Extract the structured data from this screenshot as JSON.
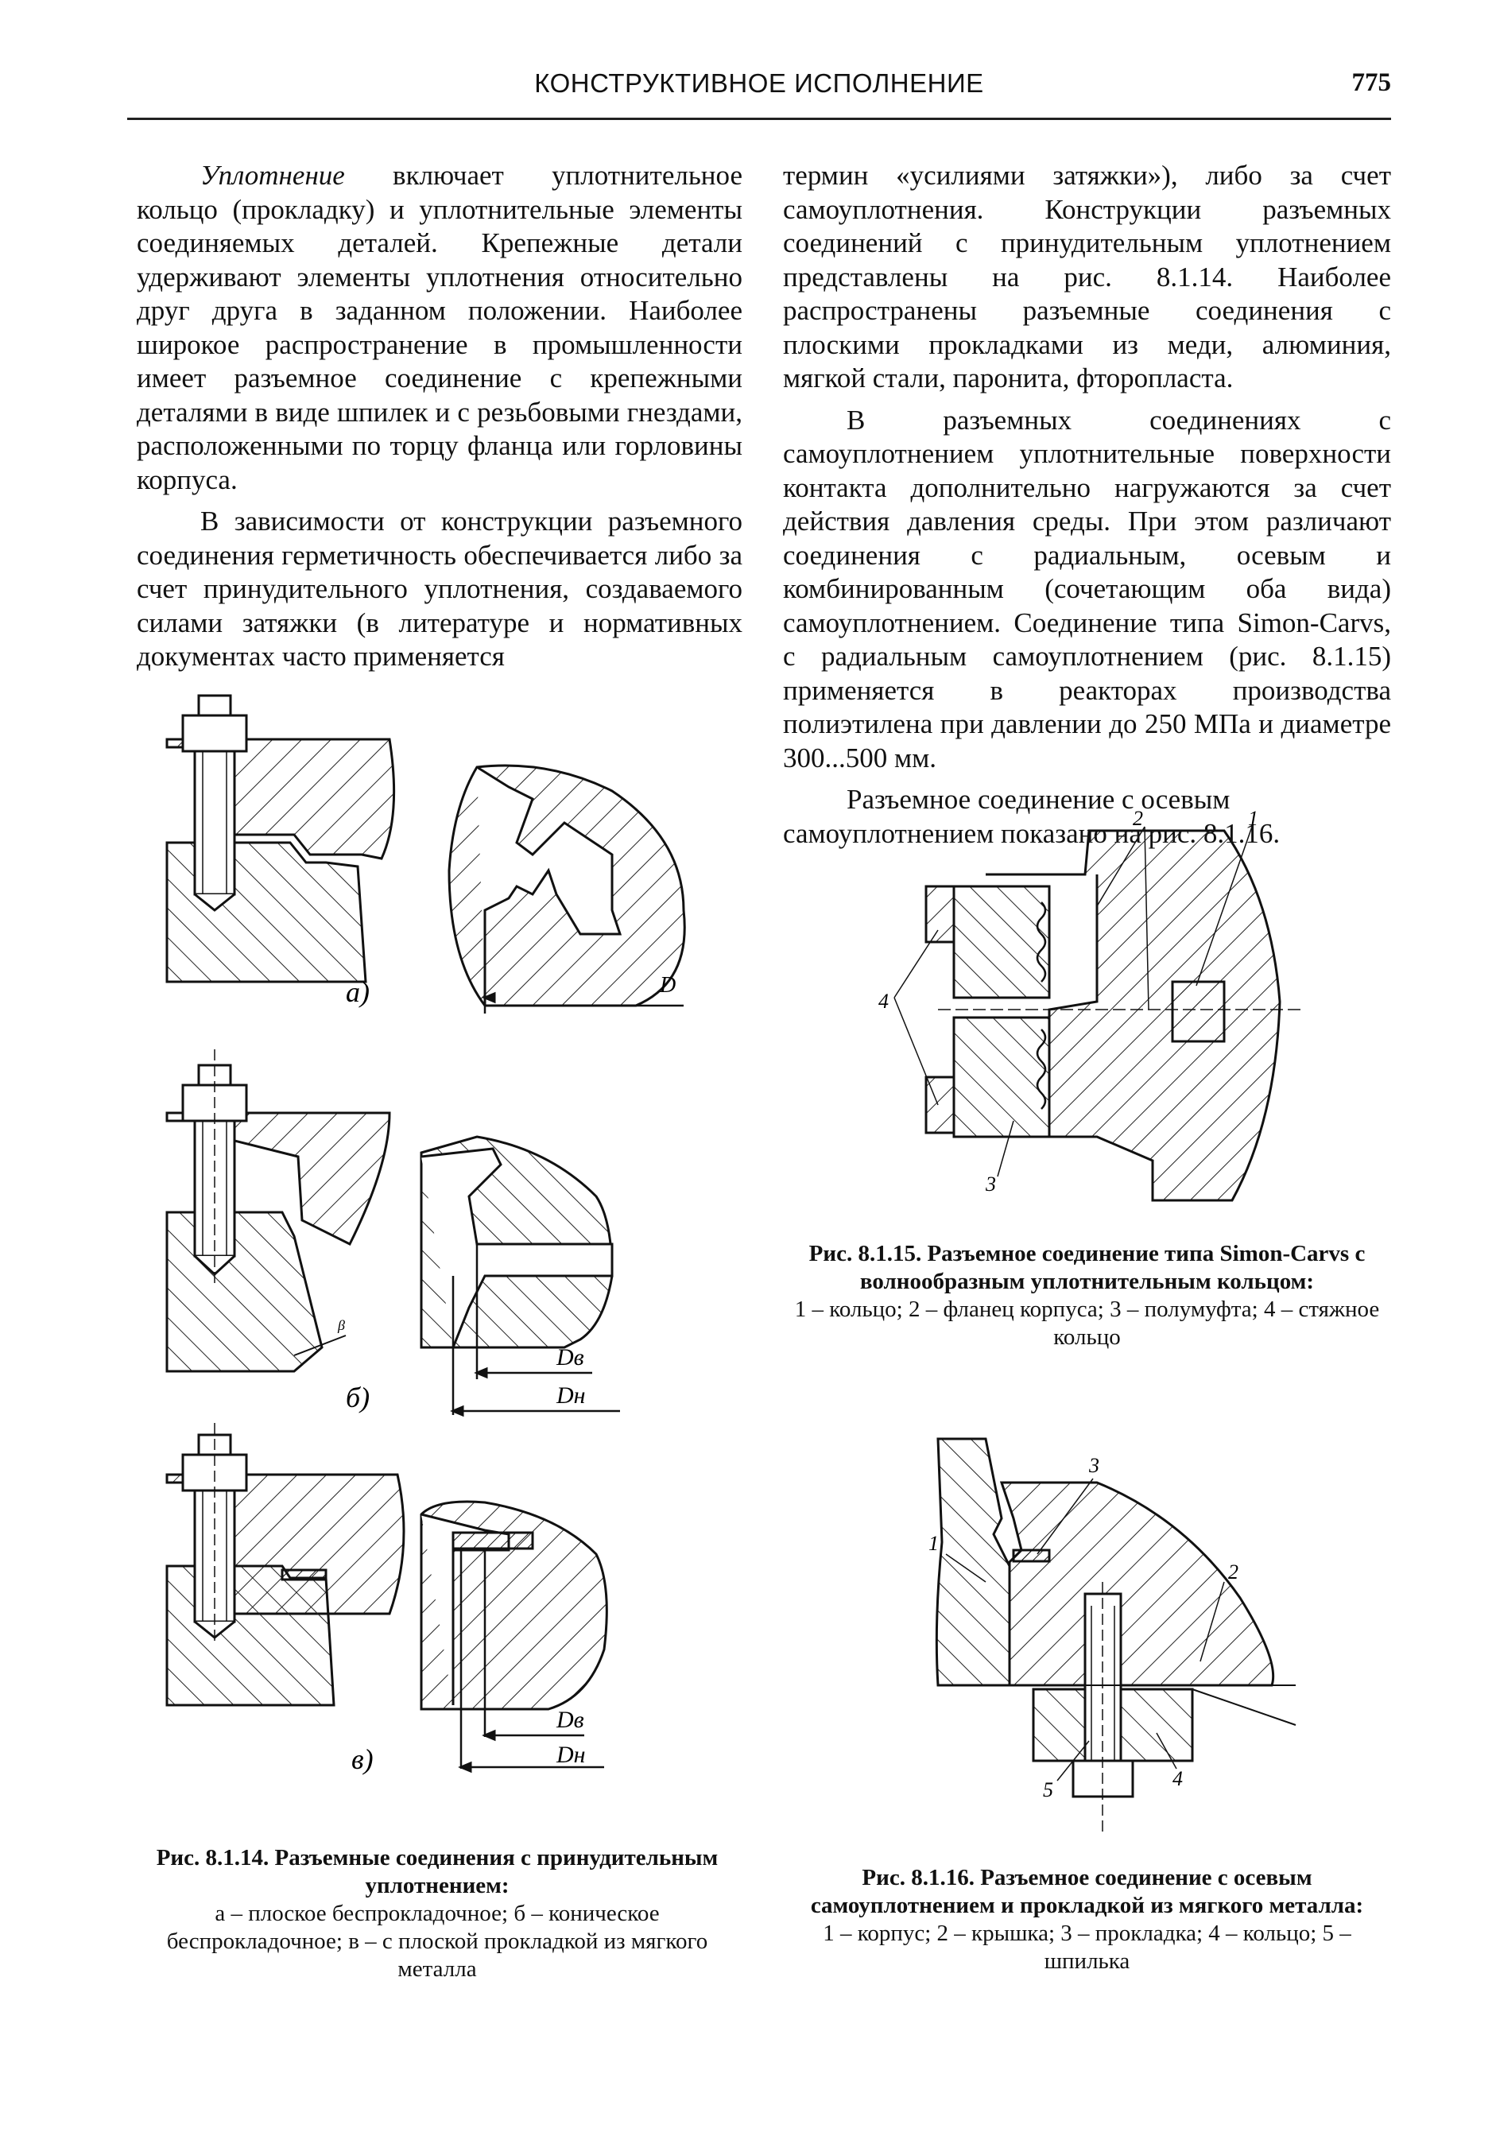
{
  "header": {
    "title": "КОНСТРУКТИВНОЕ ИСПОЛНЕНИЕ",
    "page_number": "775"
  },
  "left_column": {
    "p1_term": "Уплотнение",
    "p1_rest": " включает уплотнительное кольцо (прокладку) и уплотнительные элементы соединяемых деталей. Крепежные детали удерживают элементы уплотнения относительно друг друга в заданном положении. Наиболее широкое распространение в промышленности имеет разъемное соединение с крепежными деталями в виде шпилек и с резьбовыми гнездами, расположенными по торцу фланца или горловины корпуса.",
    "p2": "В зависимости от конструкции разъемного соединения герметичность обеспечивается либо за счет принудительного уплотнения, создаваемого силами затяжки (в литературе и нормативных документах часто применяется"
  },
  "right_column": {
    "p1": "термин «усилиями затяжки»), либо за счет самоуплотнения. Конструкции разъемных соединений с принудительным уплотнением представлены на рис. 8.1.14. Наиболее распространены разъемные соединения с плоскими прокладками из меди, алюминия, мягкой стали, паронита, фторопласта.",
    "p2": "В разъемных соединениях с самоуплотнением уплотнительные поверхности контакта дополнительно нагружаются за счет действия давления среды. При этом различают соединения с радиальным, осевым и комбинированным (сочетающим оба вида) самоуплотнением. Соединение типа Simon-Carvs, с радиальным самоуплотнением (рис. 8.1.15) применяется в реакторах производства полиэтилена при давлении до 250 МПа и диаметре 300...500 мм.",
    "p3": "Разъемное соединение с осевым самоуплотнением показано на рис. 8.1.16."
  },
  "fig_8_1_14": {
    "label_a": "а)",
    "label_b": "б)",
    "label_v": "в)",
    "dim_D": "D",
    "dim_Dv": "Dв",
    "dim_Dn": "Dн",
    "angle": "β",
    "caption_title": "Рис. 8.1.14. Разъемные соединения с принудительным уплотнением:",
    "caption_text": "а – плоское беспрокладочное; б – коническое беспрокладочное; в – с плоской прокладкой из мягкого металла"
  },
  "fig_8_1_15": {
    "callouts": [
      "1",
      "2",
      "3",
      "4"
    ],
    "caption_title": "Рис. 8.1.15. Разъемное соединение типа Simon-Carvs с волнообразным уплотнительным кольцом:",
    "caption_text": "1 – кольцо; 2 – фланец корпуса; 3 – полумуфта; 4 – стяжное кольцо"
  },
  "fig_8_1_16": {
    "callouts": [
      "1",
      "2",
      "3",
      "4",
      "5"
    ],
    "caption_title": "Рис. 8.1.16. Разъемное соединение с осевым самоуплотнением и прокладкой из мягкого металла:",
    "caption_text": "1 – корпус; 2 – крышка; 3 – прокладка; 4 – кольцо; 5 – шпилька"
  }
}
